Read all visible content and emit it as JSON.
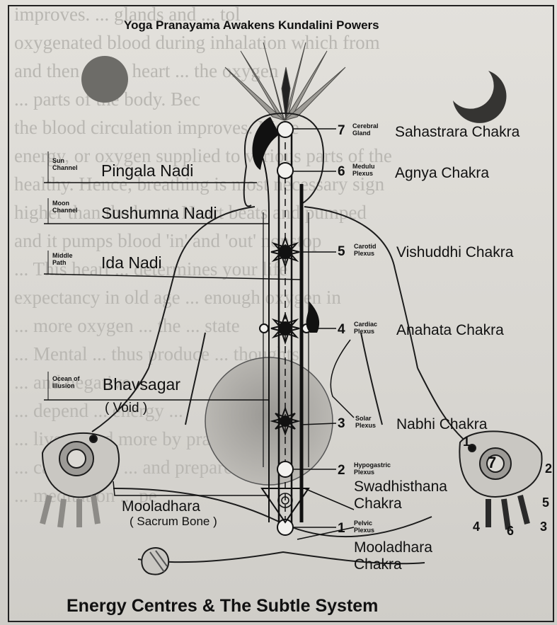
{
  "title": "Yoga Pranayama Awakens Kundalini Powers",
  "caption": "Energy Centres & The Subtle System",
  "left_labels": [
    {
      "sub_top": "Sun",
      "sub_bottom": "Channel",
      "name": "Pingala Nadi"
    },
    {
      "sub_top": "Moon",
      "sub_bottom": "Channel",
      "name": "Sushumna Nadi"
    },
    {
      "sub_top": "Middle",
      "sub_bottom": "Path",
      "name": "Ida Nadi"
    },
    {
      "sub_top": "Ocean of",
      "sub_bottom": "Illusion",
      "name": "Bhavsagar",
      "note": "( Void )"
    },
    {
      "name": "Mooladhara",
      "note": "( Sacrum Bone )"
    }
  ],
  "chakras": [
    {
      "number": "7",
      "sub_top": "Cerebral",
      "sub_bottom": "Gland",
      "name": "Sahastrara Chakra"
    },
    {
      "number": "6",
      "sub_top": "Medulu",
      "sub_bottom": "Plexus",
      "name": "Agnya Chakra"
    },
    {
      "number": "5",
      "sub_top": "Carotid",
      "sub_bottom": "Plexus",
      "name": "Vishuddhi Chakra"
    },
    {
      "number": "4",
      "sub_top": "Cardiac",
      "sub_bottom": "Plexus",
      "name": "Anahata Chakra"
    },
    {
      "number": "3",
      "sub_top": "Solar",
      "sub_bottom": "Plexus",
      "name": "Nabhi Chakra"
    },
    {
      "number": "2",
      "sub_top": "Hypogastric",
      "sub_bottom": "Plexus",
      "name_line1": "Swadhisthana",
      "name_line2": "Chakra"
    },
    {
      "number": "1",
      "sub_top": "Pelvic",
      "sub_bottom": "Plexus",
      "name_line1": "Mooladhara",
      "name_line2": "Chakra"
    }
  ],
  "hand_numbers": [
    "1",
    "7",
    "2",
    "4",
    "6",
    "5",
    "3"
  ],
  "background": {
    "lines": [
      "improves. ... glands and ... tol",
      "oxygenated blood during inhalation which from",
      "and then to the heart ... the oxygen",
      "... parts of the body. Bec",
      "the blood circulation improves. More",
      "energy, or oxygen supplied to various parts of the",
      "healthy. Hence, breathing is most necessary sign",
      "higher than the heart. Heart beats and pumped",
      "and it pumps blood 'in' and 'out' nonstop",
      "... This heart ... determines your life",
      "expectancy in old age ... enough oxygen in",
      "... more oxygen ... the ... state",
      "... Mental ... thus produce ... thoughts",
      "... and negative ...",
      "... depend ... energy ...",
      "... live ... and more by practicing",
      "... can control ... and prepare yo",
      "... meditation ... pe",
      "",
      "",
      "",
      ""
    ]
  },
  "colors": {
    "ink": "#111111",
    "paper": "#dedcd7",
    "sphere": "#9a9894"
  }
}
